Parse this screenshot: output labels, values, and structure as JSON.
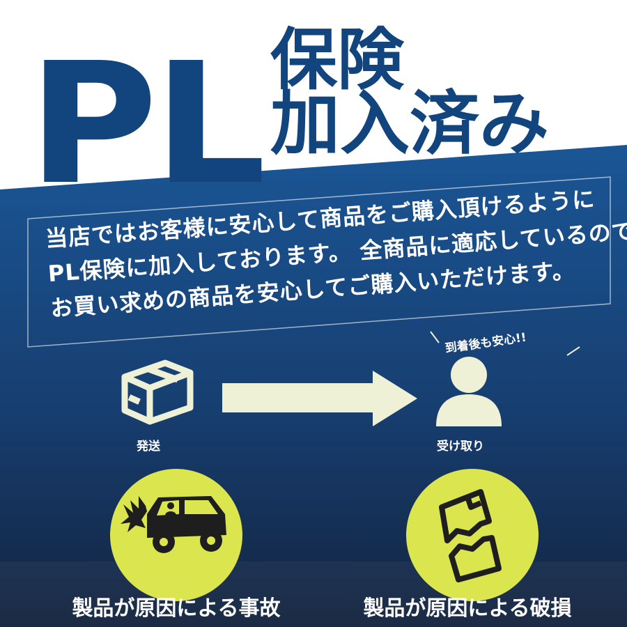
{
  "heading": {
    "pl": "PL",
    "line1": "保険",
    "line2": "加入済み"
  },
  "intro": {
    "lines": [
      "当店ではお客様に安心して商品をご購入頂けるように",
      "PL保険に加入しております。 全商品に適応しているので",
      "お買い求めの商品を安心してご購入いただけます。"
    ]
  },
  "flow": {
    "ship_label": "発送",
    "receive_label": "受け取り",
    "note": "到着後も安心!!",
    "ship_icon": "box-icon",
    "receive_icon": "person-icon",
    "arrow_icon": "arrow-right-icon"
  },
  "cases": [
    {
      "label": "製品が原因による事故",
      "icon": "car-accident-icon"
    },
    {
      "label": "製品が原因による破損",
      "icon": "broken-document-icon"
    }
  ],
  "colors": {
    "brand_blue": "#12457d",
    "panel_top": "#1a5696",
    "panel_bottom": "#13233d",
    "icon_cream": "#eef1d6",
    "circle_green": "#dbe64f"
  }
}
